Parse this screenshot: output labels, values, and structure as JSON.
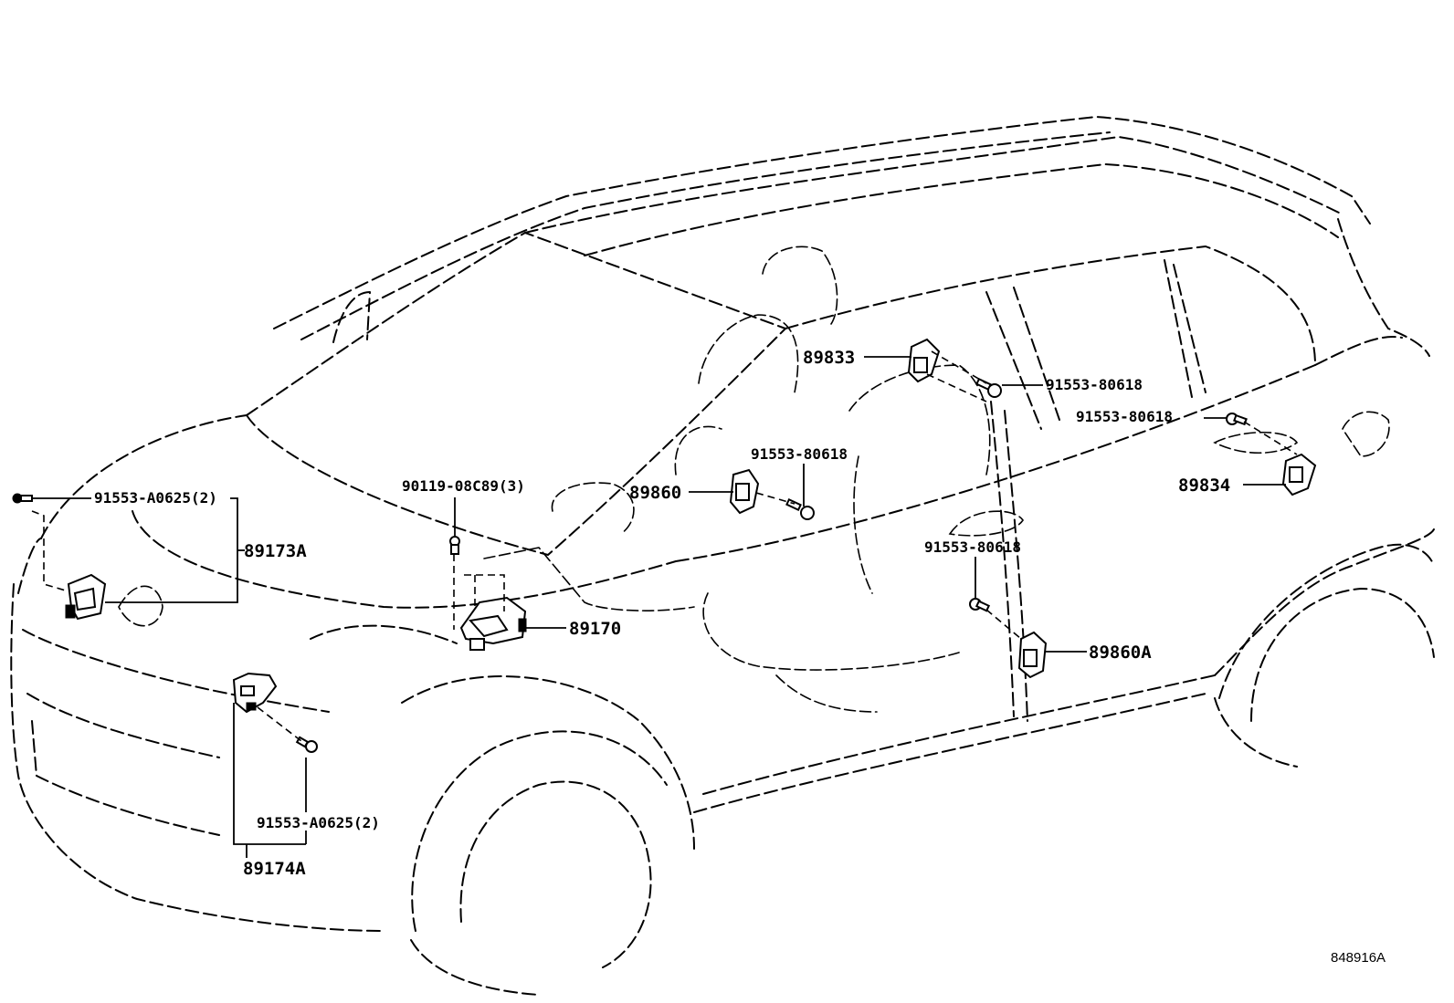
{
  "labels": {
    "l_91553_A0625_top": "91553-A0625(2)",
    "l_89173A": "89173A",
    "l_90119_08C89": "90119-08C89(3)",
    "l_89170": "89170",
    "l_91553_A0625_bottom": "91553-A0625(2)",
    "l_89174A": "89174A",
    "l_89833": "89833",
    "l_91553_80618_a": "91553-80618",
    "l_91553_80618_b": "91553-80618",
    "l_91553_80618_c": "91553-80618",
    "l_91553_80618_d": "91553-80618",
    "l_89860": "89860",
    "l_89834": "89834",
    "l_89860A": "89860A"
  },
  "diagram_code": "848916A"
}
